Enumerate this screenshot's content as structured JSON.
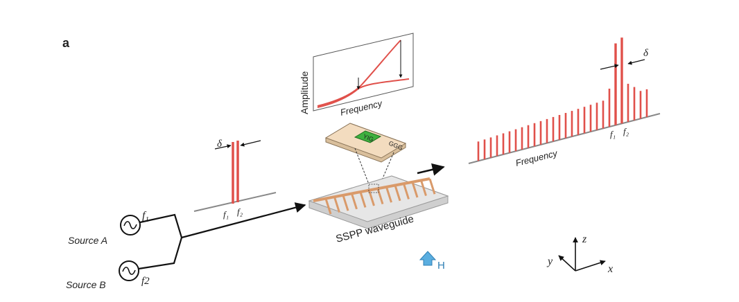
{
  "panel_label": "a",
  "sources": {
    "a_label": "Source A",
    "b_label": "Source B",
    "a_freq": "f",
    "a_freq_sub": "1",
    "b_freq": "f2"
  },
  "input_spectrum": {
    "delta": "δ",
    "f1": "f₁",
    "f2": "f₂"
  },
  "inset_plot": {
    "ylabel": "Amplitude",
    "xlabel": "Frequency"
  },
  "chip": {
    "yig": "YIG",
    "ggg": "GGG"
  },
  "waveguide": {
    "label": "SSPP waveguide",
    "field": "H"
  },
  "output_spectrum": {
    "delta": "δ",
    "xlabel": "Frequency",
    "f1": "f₁",
    "f2": "f₂"
  },
  "axes": {
    "z": "z",
    "y": "y",
    "x": "x"
  },
  "colors": {
    "line_red": "#e0504a",
    "chip_face": "#f3dcbf",
    "yig_green": "#3fb13f",
    "field_arrow": "#5aaee0",
    "waveguide_face": "#e6e6e6",
    "finger": "#d99a6a"
  }
}
